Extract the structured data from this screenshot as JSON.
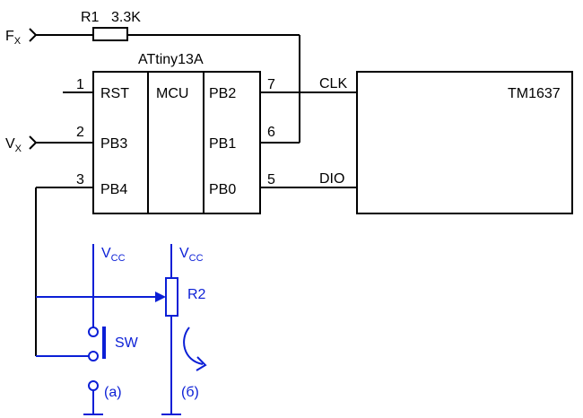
{
  "colors": {
    "main": "#000000",
    "accent": "#0b1fd6",
    "background": "#ffffff"
  },
  "resistor_r1": {
    "ref": "R1",
    "value": "3.3K"
  },
  "input_fx": {
    "letter": "F",
    "sub": "X"
  },
  "input_vx": {
    "letter": "V",
    "sub": "X"
  },
  "mcu": {
    "part": "ATtiny13A",
    "core_label": "MCU",
    "left_pins": [
      {
        "num": "1",
        "name": "RST"
      },
      {
        "num": "2",
        "name": "PB3"
      },
      {
        "num": "3",
        "name": "PB4"
      }
    ],
    "right_pins": [
      {
        "num": "7",
        "name": "PB2"
      },
      {
        "num": "6",
        "name": "PB1"
      },
      {
        "num": "5",
        "name": "PB0"
      }
    ]
  },
  "driver": {
    "part": "TM1637",
    "clk": "CLK",
    "dio": "DIO"
  },
  "option_a": {
    "switch_label": "SW",
    "supply": "V",
    "supply_sub": "CC",
    "tag": "(a)"
  },
  "option_b": {
    "pot_label": "R2",
    "supply": "V",
    "supply_sub": "CC",
    "tag": "(б)"
  }
}
